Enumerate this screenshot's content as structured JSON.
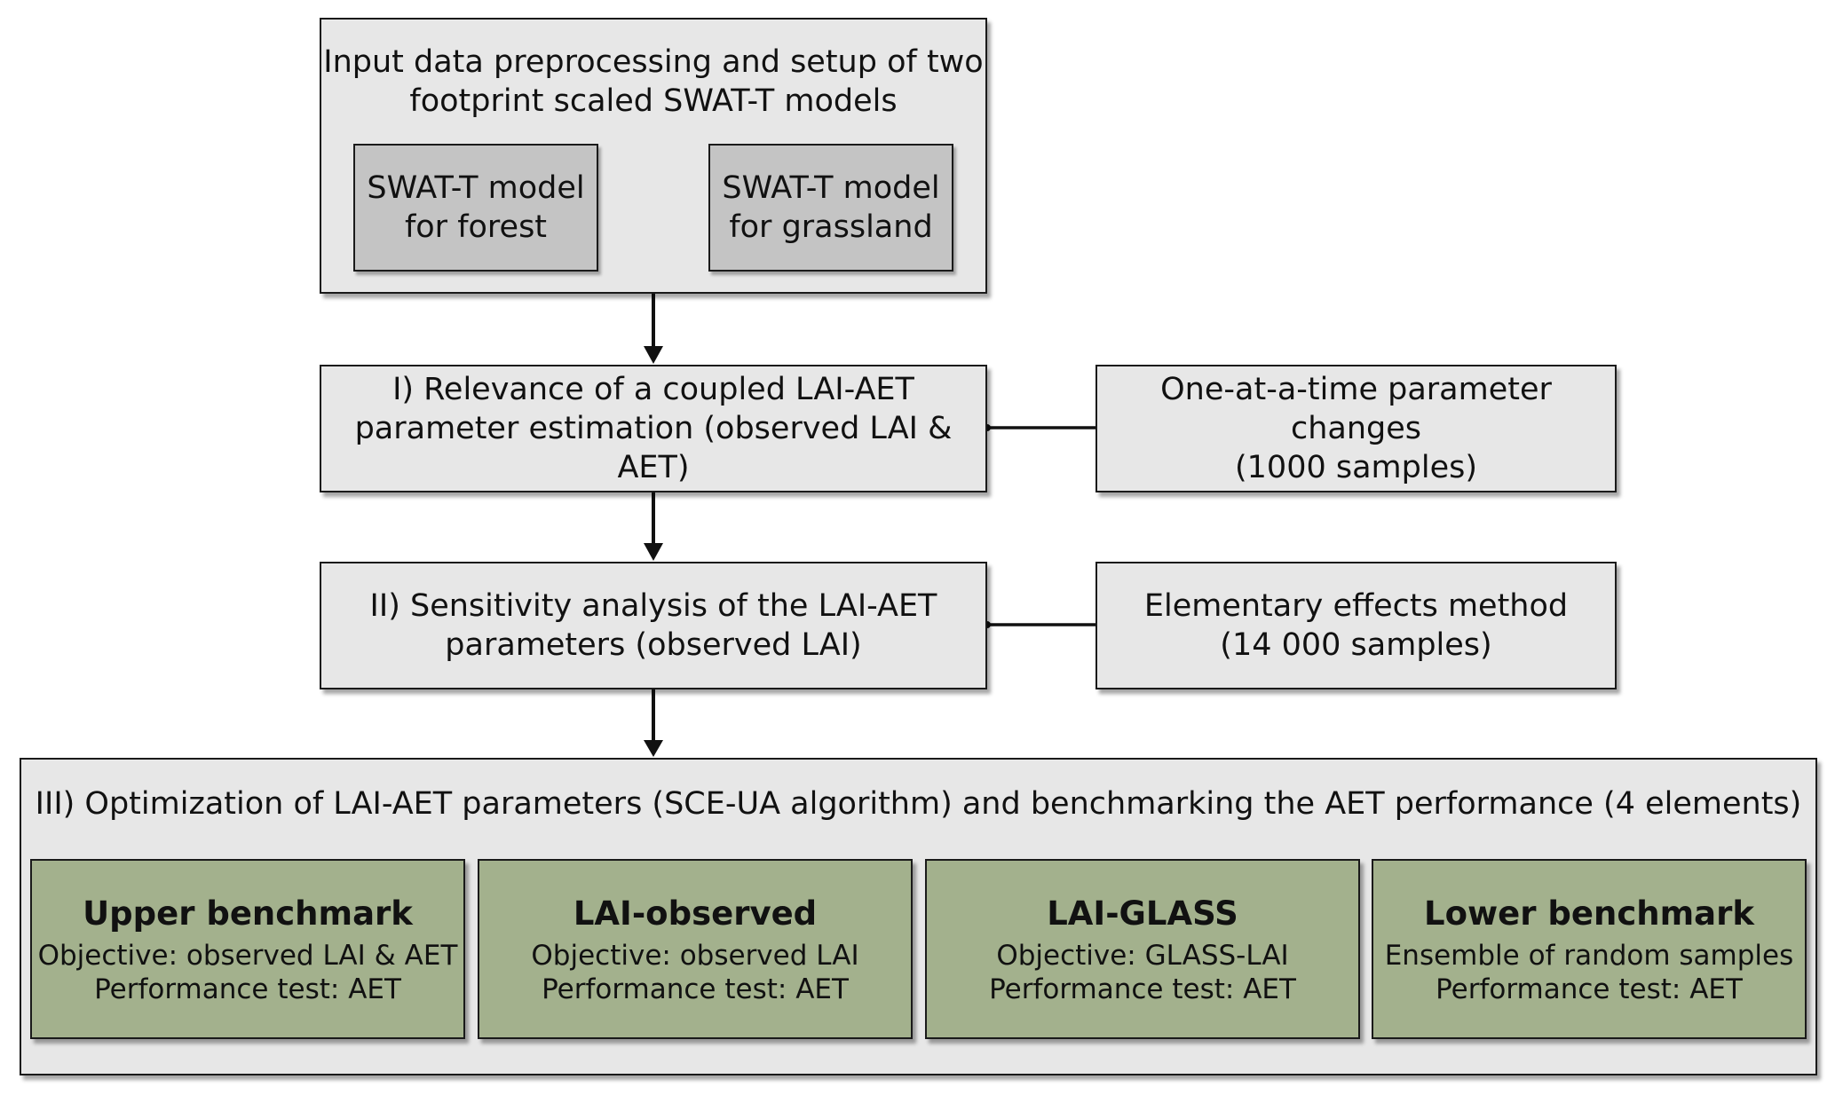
{
  "top": {
    "title": "Input data preprocessing and setup of two",
    "title2": "footprint scaled SWAT-T models",
    "forest_line1": "SWAT-T model",
    "forest_line2": "for forest",
    "grass_line1": "SWAT-T model",
    "grass_line2": "for grassland"
  },
  "step1": {
    "line1": "I) Relevance of a coupled LAI-AET",
    "line2": "parameter estimation (observed LAI & AET)",
    "side_line1": "One-at-a-time parameter changes",
    "side_line2": "(1000 samples)"
  },
  "step2": {
    "line1": "II) Sensitivity analysis of the LAI-AET",
    "line2": "parameters (observed LAI)",
    "side_line1": "Elementary effects method",
    "side_line2": "(14 000 samples)"
  },
  "step3": {
    "title": "III) Optimization of LAI-AET parameters (SCE-UA algorithm) and benchmarking the AET performance (4 elements)",
    "elements": [
      {
        "title": "Upper benchmark",
        "line1": "Objective: observed LAI & AET",
        "line2": "Performance test: AET"
      },
      {
        "title": "LAI-observed",
        "line1": "Objective: observed LAI",
        "line2": "Performance test: AET"
      },
      {
        "title": "LAI-GLASS",
        "line1": "Objective: GLASS-LAI",
        "line2": "Performance test: AET"
      },
      {
        "title": "Lower benchmark",
        "line1": "Ensemble of random samples",
        "line2": "Performance test: AET"
      }
    ]
  },
  "colors": {
    "box_fill": "#e7e7e7",
    "inner_fill": "#c4c4c4",
    "benchmark_fill": "#a3b18d",
    "border": "#1a1a1a"
  }
}
